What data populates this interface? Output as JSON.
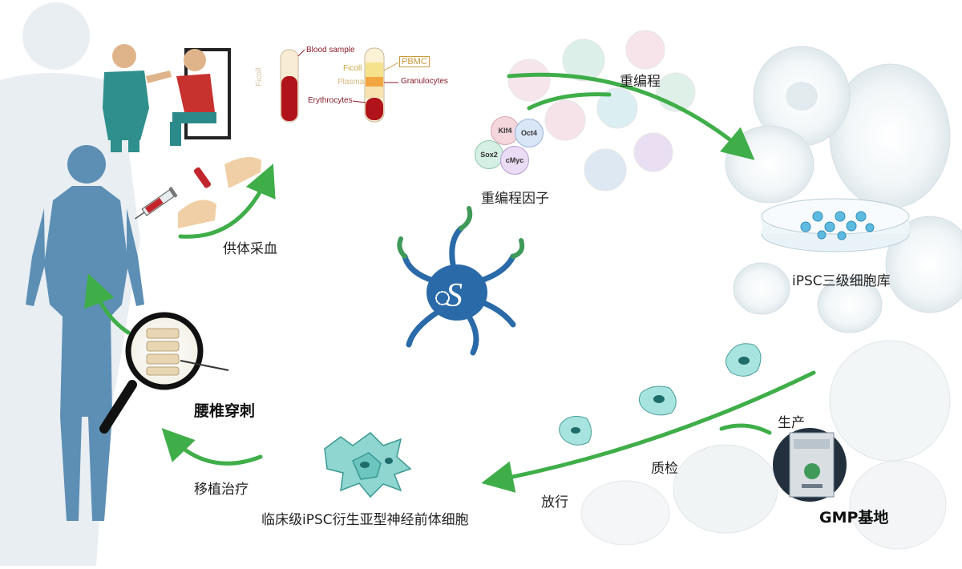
{
  "labels": {
    "donor_blood": "供体采血",
    "reprogramming": "重编程",
    "reprogramming_factors": "重编程因子",
    "ipsc_bank": "iPSC三级细胞库",
    "production": "生产",
    "quality_control": "质检",
    "release": "放行",
    "gmp_base": "GMP基地",
    "clinical_cells": "临床级iPSC衍生亚型神经前体细胞",
    "transplant": "移植治疗",
    "lumbar_puncture": "腰椎穿刺"
  },
  "blood_tubes": {
    "blood_sample": "Blood sample",
    "ficoll_left": "Ficoll",
    "ficoll_right": "Ficoll",
    "plasma": "Plasma",
    "pbmc": "PBMC",
    "granulocytes": "Granulocytes",
    "erythrocytes": "Erythrocytes"
  },
  "factors": [
    "Klf4",
    "Oct4",
    "Sox2",
    "cMyc"
  ],
  "colors": {
    "arrow_green": "#3fae49",
    "body_blue": "#5d8fb5",
    "cell_teal": "#9fe0dc",
    "logo_blue": "#2a6aa8",
    "logo_green": "#3f9a5a"
  }
}
